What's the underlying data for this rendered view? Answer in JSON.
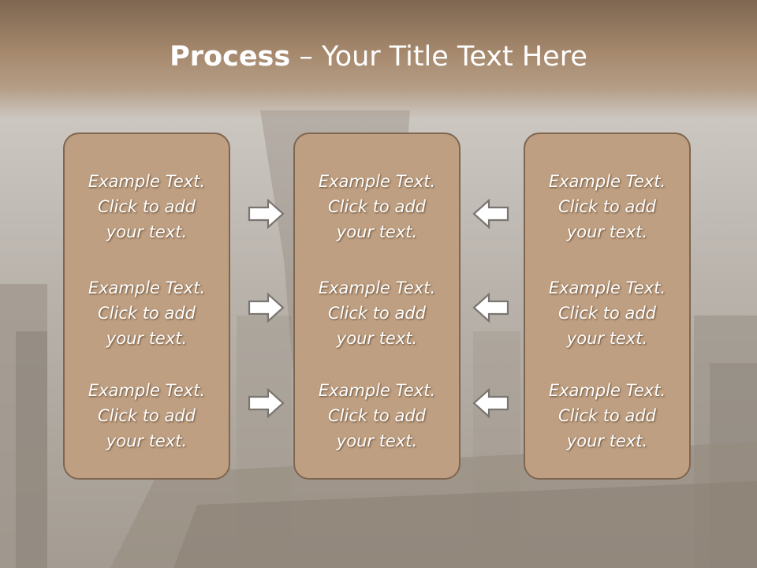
{
  "title": {
    "bold": "Process",
    "rest": " – Your Title Text Here"
  },
  "columns": [
    {
      "items": [
        {
          "line1": "Example Text.",
          "line2": "Click  to add",
          "line3": "your text."
        },
        {
          "line1": "Example Text.",
          "line2": "Click  to add",
          "line3": "your text."
        },
        {
          "line1": "Example Text.",
          "line2": "Click  to add",
          "line3": "your text."
        }
      ]
    },
    {
      "items": [
        {
          "line1": "Example Text.",
          "line2": "Click  to add",
          "line3": "your text."
        },
        {
          "line1": "Example Text.",
          "line2": "Click  to add",
          "line3": "your text."
        },
        {
          "line1": "Example Text.",
          "line2": "Click  to add",
          "line3": "your text."
        }
      ]
    },
    {
      "items": [
        {
          "line1": "Example Text.",
          "line2": "Click  to add",
          "line3": "your text."
        },
        {
          "line1": "Example Text.",
          "line2": "Click  to add",
          "line3": "your text."
        },
        {
          "line1": "Example Text.",
          "line2": "Click  to add",
          "line3": "your text."
        }
      ]
    }
  ],
  "arrows": {
    "left_group": "right-arrow-icon",
    "right_group": "left-arrow-icon"
  },
  "colors": {
    "header": "#a6896d",
    "box_fill": "#bf9f81",
    "box_border": "#7e6651",
    "text": "#ffffff"
  }
}
